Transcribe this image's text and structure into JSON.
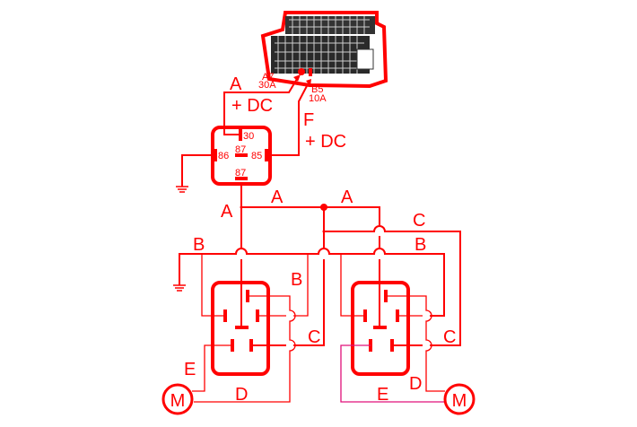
{
  "connector": {
    "pin_a": "A7",
    "pin_a_rating": "30A",
    "pin_b": "B5",
    "pin_b_rating": "10A"
  },
  "main_relay": {
    "pin_30": "30",
    "pin_86": "86",
    "pin_87_center": "87",
    "pin_85": "85",
    "pin_87_bottom": "87"
  },
  "wire_labels": {
    "a_top": "A",
    "dc_top": "+ DC",
    "f": "F",
    "dc_f": "+ DC",
    "a_vert": "A",
    "a_mid": "A",
    "a_right": "A",
    "b_left": "B",
    "b_mid": "B",
    "b_right": "B",
    "c_top": "C",
    "c_left": "C",
    "c_right": "C",
    "e_left": "E",
    "e_right": "E",
    "d_left": "D",
    "d_right": "D"
  },
  "motors": {
    "left": "M",
    "right": "M"
  },
  "colors": {
    "wire": "#ff0000",
    "wire_e_right": "#e0107a"
  }
}
